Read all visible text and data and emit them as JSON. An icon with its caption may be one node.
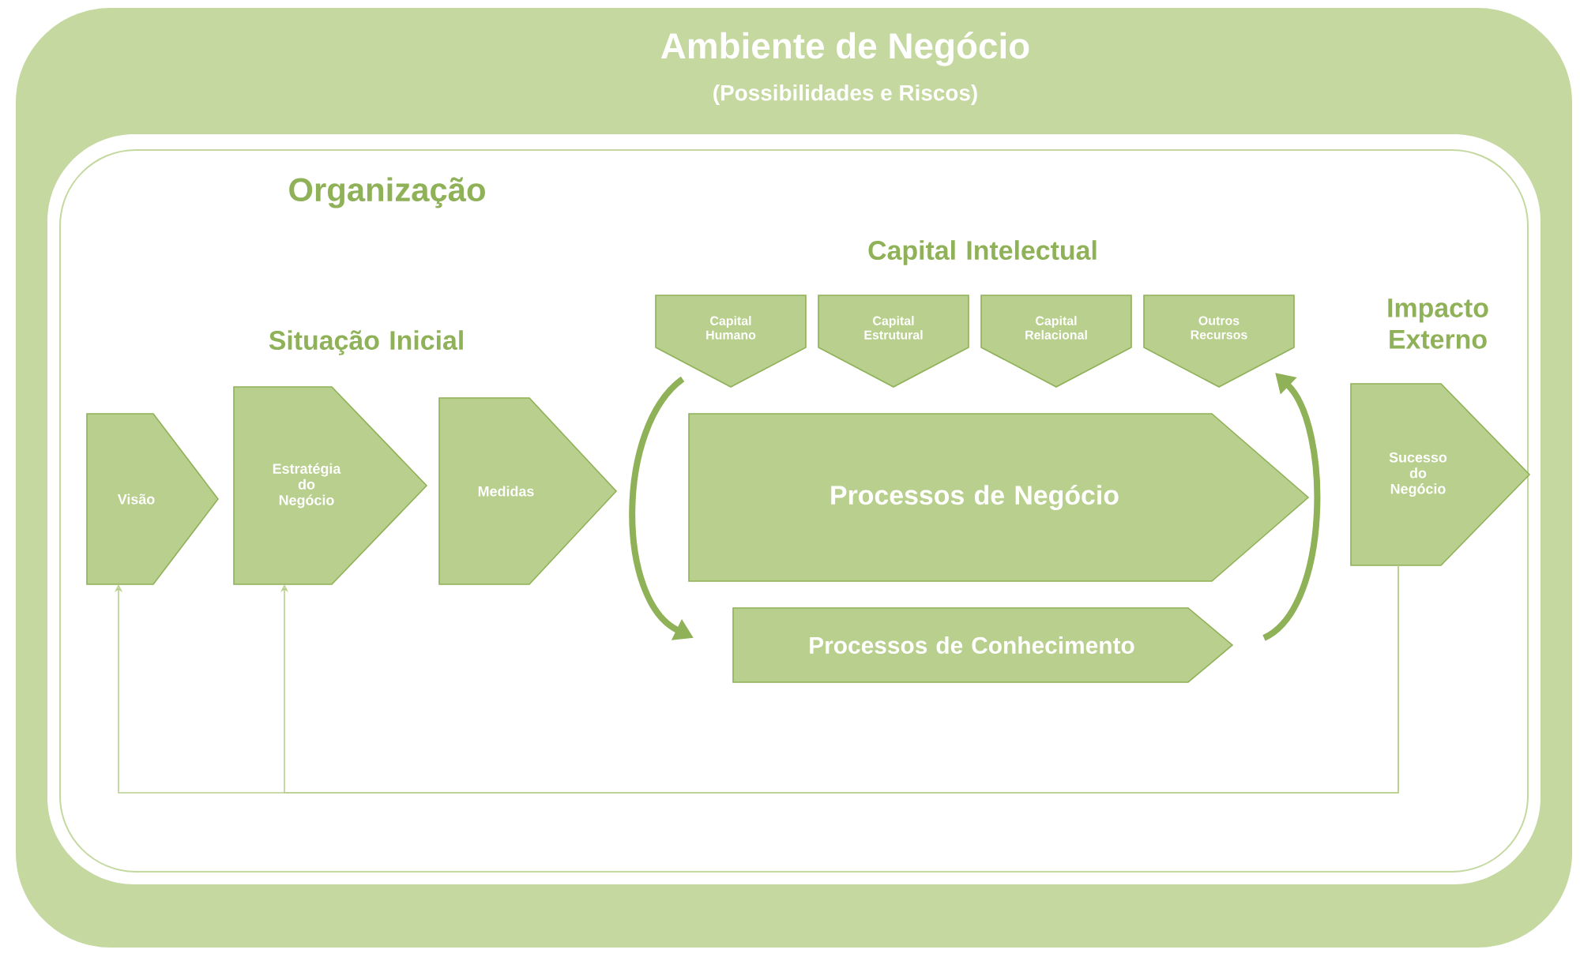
{
  "diagram": {
    "nodes": [
      {
        "text": [
          "Ambiente de Negócio",
          "(Possibilidades e Riscos)"
        ]
      },
      {
        "text": [
          "Organização"
        ],
        "in": 0
      },
      {
        "text": [
          "Visão"
        ],
        "in": 1
      },
      {
        "text": [
          "Estratégia do Negócio"
        ],
        "in": 1
      },
      {
        "text": [
          "Medidas"
        ],
        "in": 1
      },
      {
        "text": [
          "Capital Humano"
        ],
        "in": 1
      },
      {
        "text": [
          "Capital Estrutural"
        ],
        "in": 1
      },
      {
        "text": [
          "Capital Relacional"
        ],
        "in": 1
      },
      {
        "text": [
          "Outros Recursos"
        ],
        "in": 1
      },
      {
        "text": [
          "Processos de Negócio"
        ],
        "in": 1
      },
      {
        "text": [
          "Processos de Conhecimento"
        ],
        "in": 1
      },
      {
        "text": [
          "Sucesso do Negócio"
        ],
        "in": 1
      }
    ],
    "edges": [
      {
        "from": 11,
        "to": 2,
        "arrow": "to"
      },
      {
        "from": 11,
        "to": 3,
        "arrow": "to"
      },
      {
        "from": 5,
        "to": 10,
        "arrow": "to",
        "style": "thick"
      },
      {
        "from": 10,
        "to": 8,
        "arrow": "to",
        "style": "thick"
      }
    ],
    "labels": [
      "Situação Inicial",
      "Capital Intelectual",
      "Impacto Externo"
    ]
  }
}
